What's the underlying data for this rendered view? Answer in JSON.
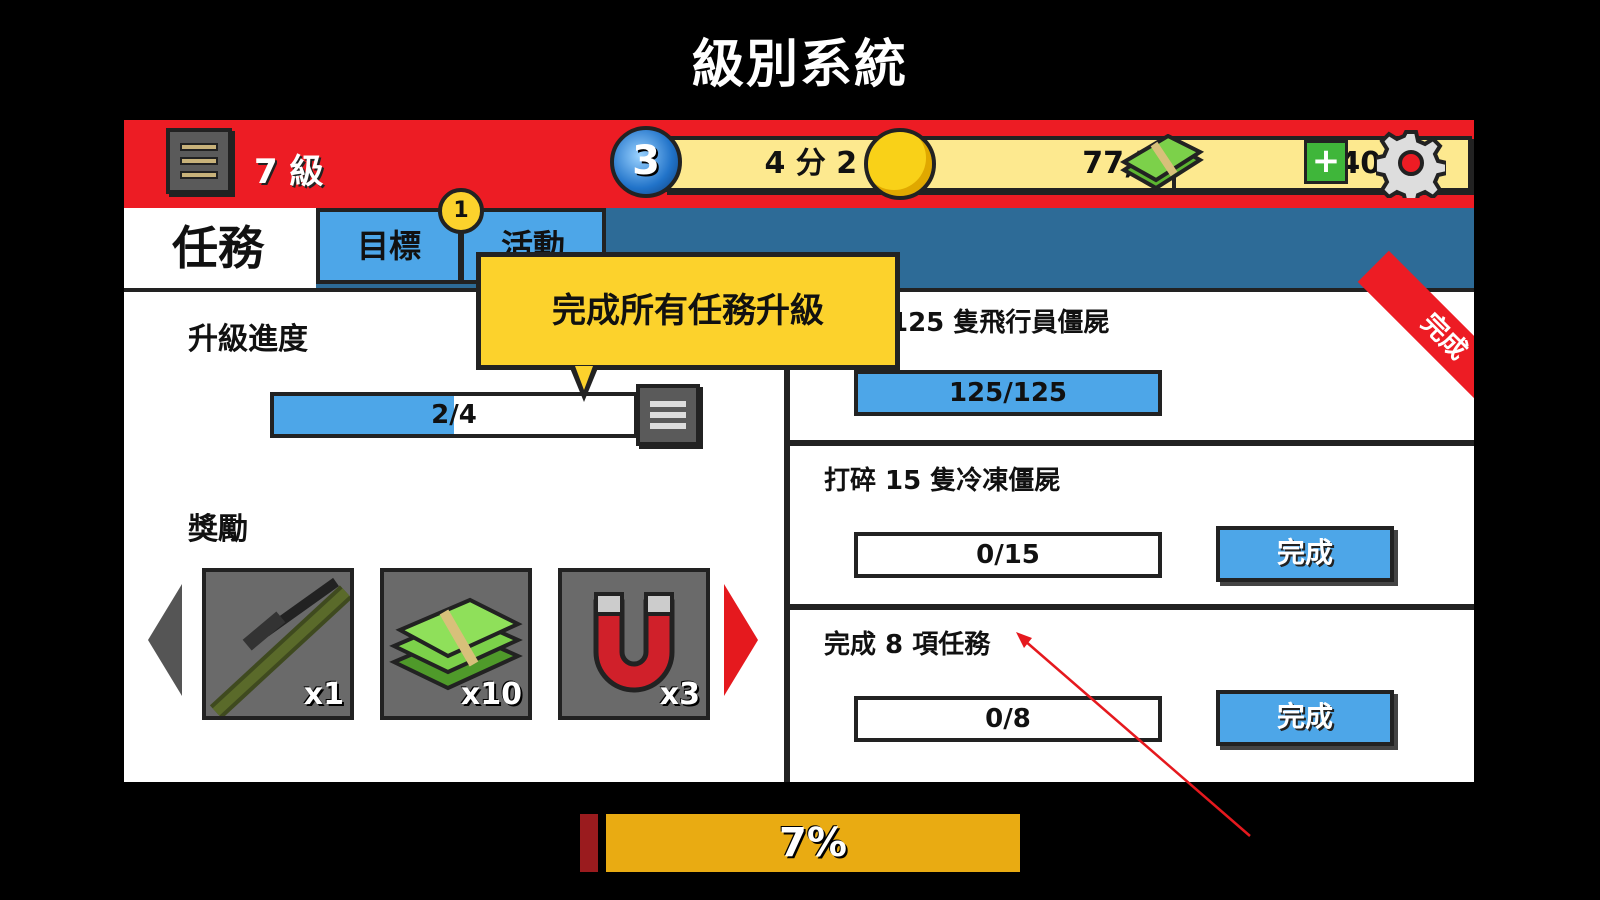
{
  "page_title": "級別系統",
  "topbar": {
    "level_label": "7 級",
    "energy_count": "3",
    "energy_timer": "4 分 2 秒",
    "coins": "77,792",
    "cash": "401",
    "plus_label": "+"
  },
  "tabs": {
    "tasks": "任務",
    "goals": "目標",
    "events": "活動",
    "badge": "1"
  },
  "left": {
    "progress_label": "升級進度",
    "progress_text": "2/4",
    "progress_fraction": 0.5,
    "rewards_label": "獎勵",
    "rewards": [
      {
        "icon": "sniper-rifle-icon",
        "qty": "x1"
      },
      {
        "icon": "cash-stack-icon",
        "qty": "x10"
      },
      {
        "icon": "magnet-icon",
        "qty": "x3"
      }
    ]
  },
  "tooltip": "完成所有任務升級",
  "tasks": [
    {
      "title": "125 隻飛行員僵屍",
      "progress": "125/125",
      "fraction": 1.0,
      "ribbon": "完成"
    },
    {
      "title": "打碎 15 隻冷凍僵屍",
      "progress": "0/15",
      "fraction": 0,
      "button": "完成"
    },
    {
      "title": "完成 8 項任務",
      "progress": "0/8",
      "fraction": 0,
      "button": "完成"
    }
  ],
  "bottom": {
    "percent_text": "7%"
  },
  "colors": {
    "topbar_red": "#ed1c24",
    "tab_blue": "#4da6e8",
    "tab_strip": "#2d6b97",
    "tooltip_yellow": "#fcd22c",
    "bottom_bar": "#e9ab12"
  }
}
